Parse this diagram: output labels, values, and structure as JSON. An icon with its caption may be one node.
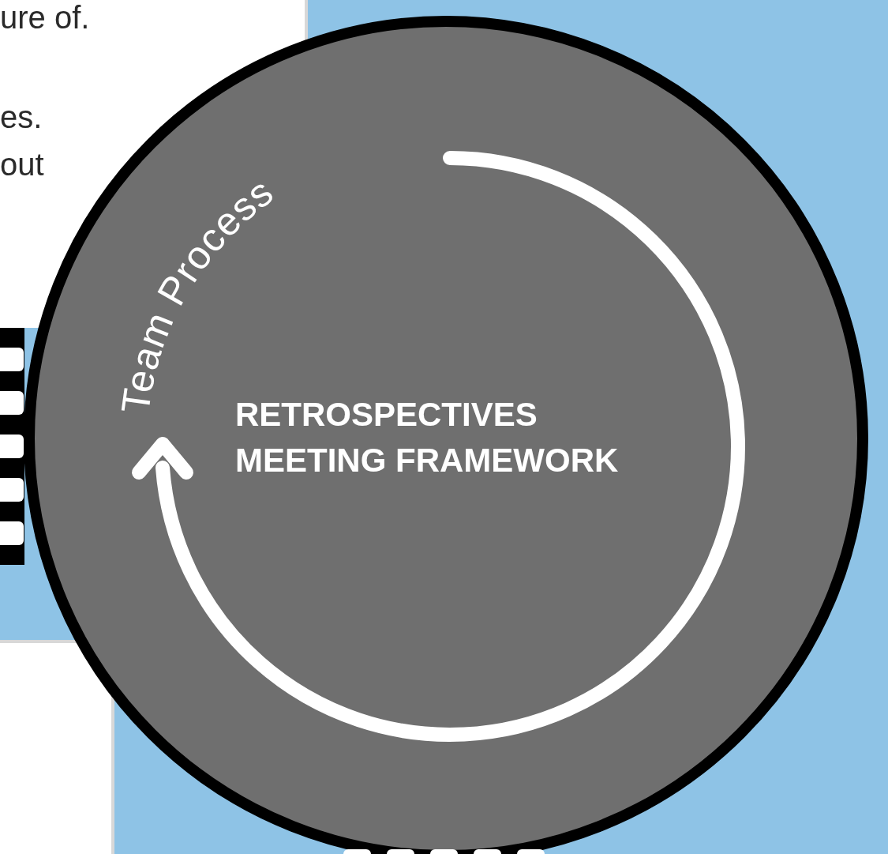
{
  "diagram": {
    "nodes": [
      {
        "text": [
          "ure of.",
          "es. out"
        ]
      },
      {
        "text": [
          "Team Process",
          "RETROSPECTIVES MEETING FRAMEWORK"
        ]
      }
    ]
  }
}
